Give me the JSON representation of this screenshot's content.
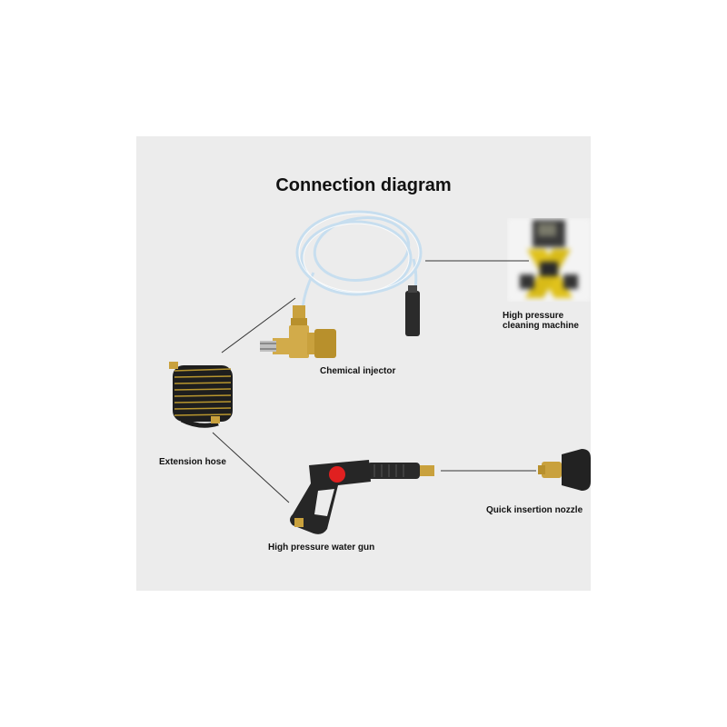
{
  "diagram": {
    "title": "Connection diagram",
    "labels": {
      "machine_line1": "High pressure",
      "machine_line2": "cleaning machine",
      "chemical_injector": "Chemical injector",
      "extension_hose": "Extension hose",
      "quick_nozzle": "Quick insertion nozzle",
      "water_gun": "High pressure water gun"
    },
    "colors": {
      "panel_bg": "#ececec",
      "brass": "#c9a13d",
      "hose_black": "#1e1e1e",
      "hose_stripe": "#b8962e",
      "tube": "#cfe6f5",
      "machine_yellow": "#e0c21c",
      "trigger_red": "#e02020"
    }
  }
}
